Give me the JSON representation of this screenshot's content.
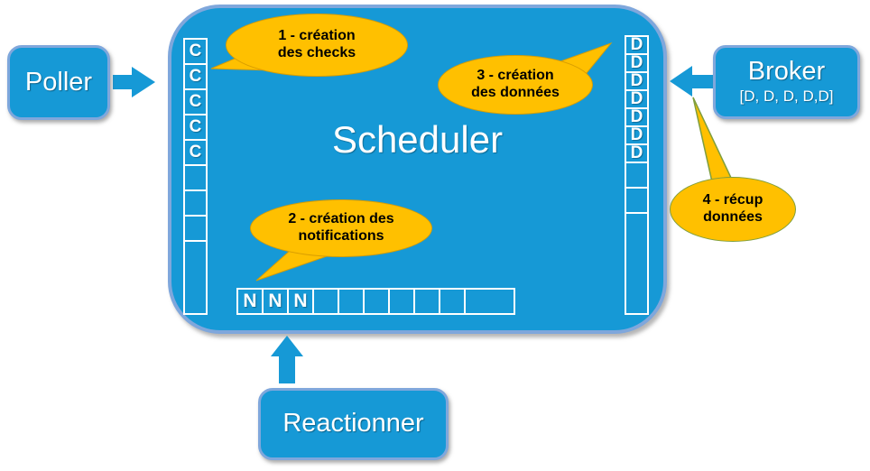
{
  "colors": {
    "blue": "#1699D6",
    "node-border": "#7FA7DC",
    "orange": "#FFC000",
    "orange-border": "#D99E00",
    "green-border": "#7F9E3D"
  },
  "scheduler": {
    "title": "Scheduler"
  },
  "nodes": {
    "poller": {
      "label": "Poller"
    },
    "broker": {
      "label": "Broker",
      "sublabel": "[D, D, D, D,D]"
    },
    "reactionner": {
      "label": "Reactionner"
    }
  },
  "callouts": {
    "c1": {
      "line1": "1 - création",
      "line2": "des checks"
    },
    "c2": {
      "line1": "2 - création des",
      "line2": "notifications"
    },
    "c3": {
      "line1": "3 - création",
      "line2": "des données"
    },
    "c4": {
      "line1": "4 - récup",
      "line2": "données"
    }
  },
  "queues": {
    "checks": {
      "cells": [
        {
          "t": "C",
          "h": 30
        },
        {
          "t": "C",
          "h": 30
        },
        {
          "t": "C",
          "h": 30
        },
        {
          "t": "C",
          "h": 30
        },
        {
          "t": "C",
          "h": 30
        },
        {
          "t": "",
          "h": 30
        },
        {
          "t": "",
          "h": 30
        },
        {
          "t": "",
          "h": 30
        },
        {
          "t": "",
          "h": 83
        }
      ]
    },
    "data": {
      "cells": [
        {
          "t": "D",
          "h": 22
        },
        {
          "t": "D",
          "h": 22
        },
        {
          "t": "D",
          "h": 22
        },
        {
          "t": "D",
          "h": 22
        },
        {
          "t": "D",
          "h": 22
        },
        {
          "t": "D",
          "h": 22
        },
        {
          "t": "D",
          "h": 22
        },
        {
          "t": "",
          "h": 30
        },
        {
          "t": "",
          "h": 30
        },
        {
          "t": "",
          "h": 114
        }
      ]
    },
    "notifications": {
      "cells": [
        {
          "t": "N",
          "w": 30
        },
        {
          "t": "N",
          "w": 30
        },
        {
          "t": "N",
          "w": 30
        },
        {
          "t": "",
          "w": 30
        },
        {
          "t": "",
          "w": 30
        },
        {
          "t": "",
          "w": 30
        },
        {
          "t": "",
          "w": 30
        },
        {
          "t": "",
          "w": 30
        },
        {
          "t": "",
          "w": 30
        },
        {
          "t": "",
          "w": 57
        }
      ]
    }
  }
}
